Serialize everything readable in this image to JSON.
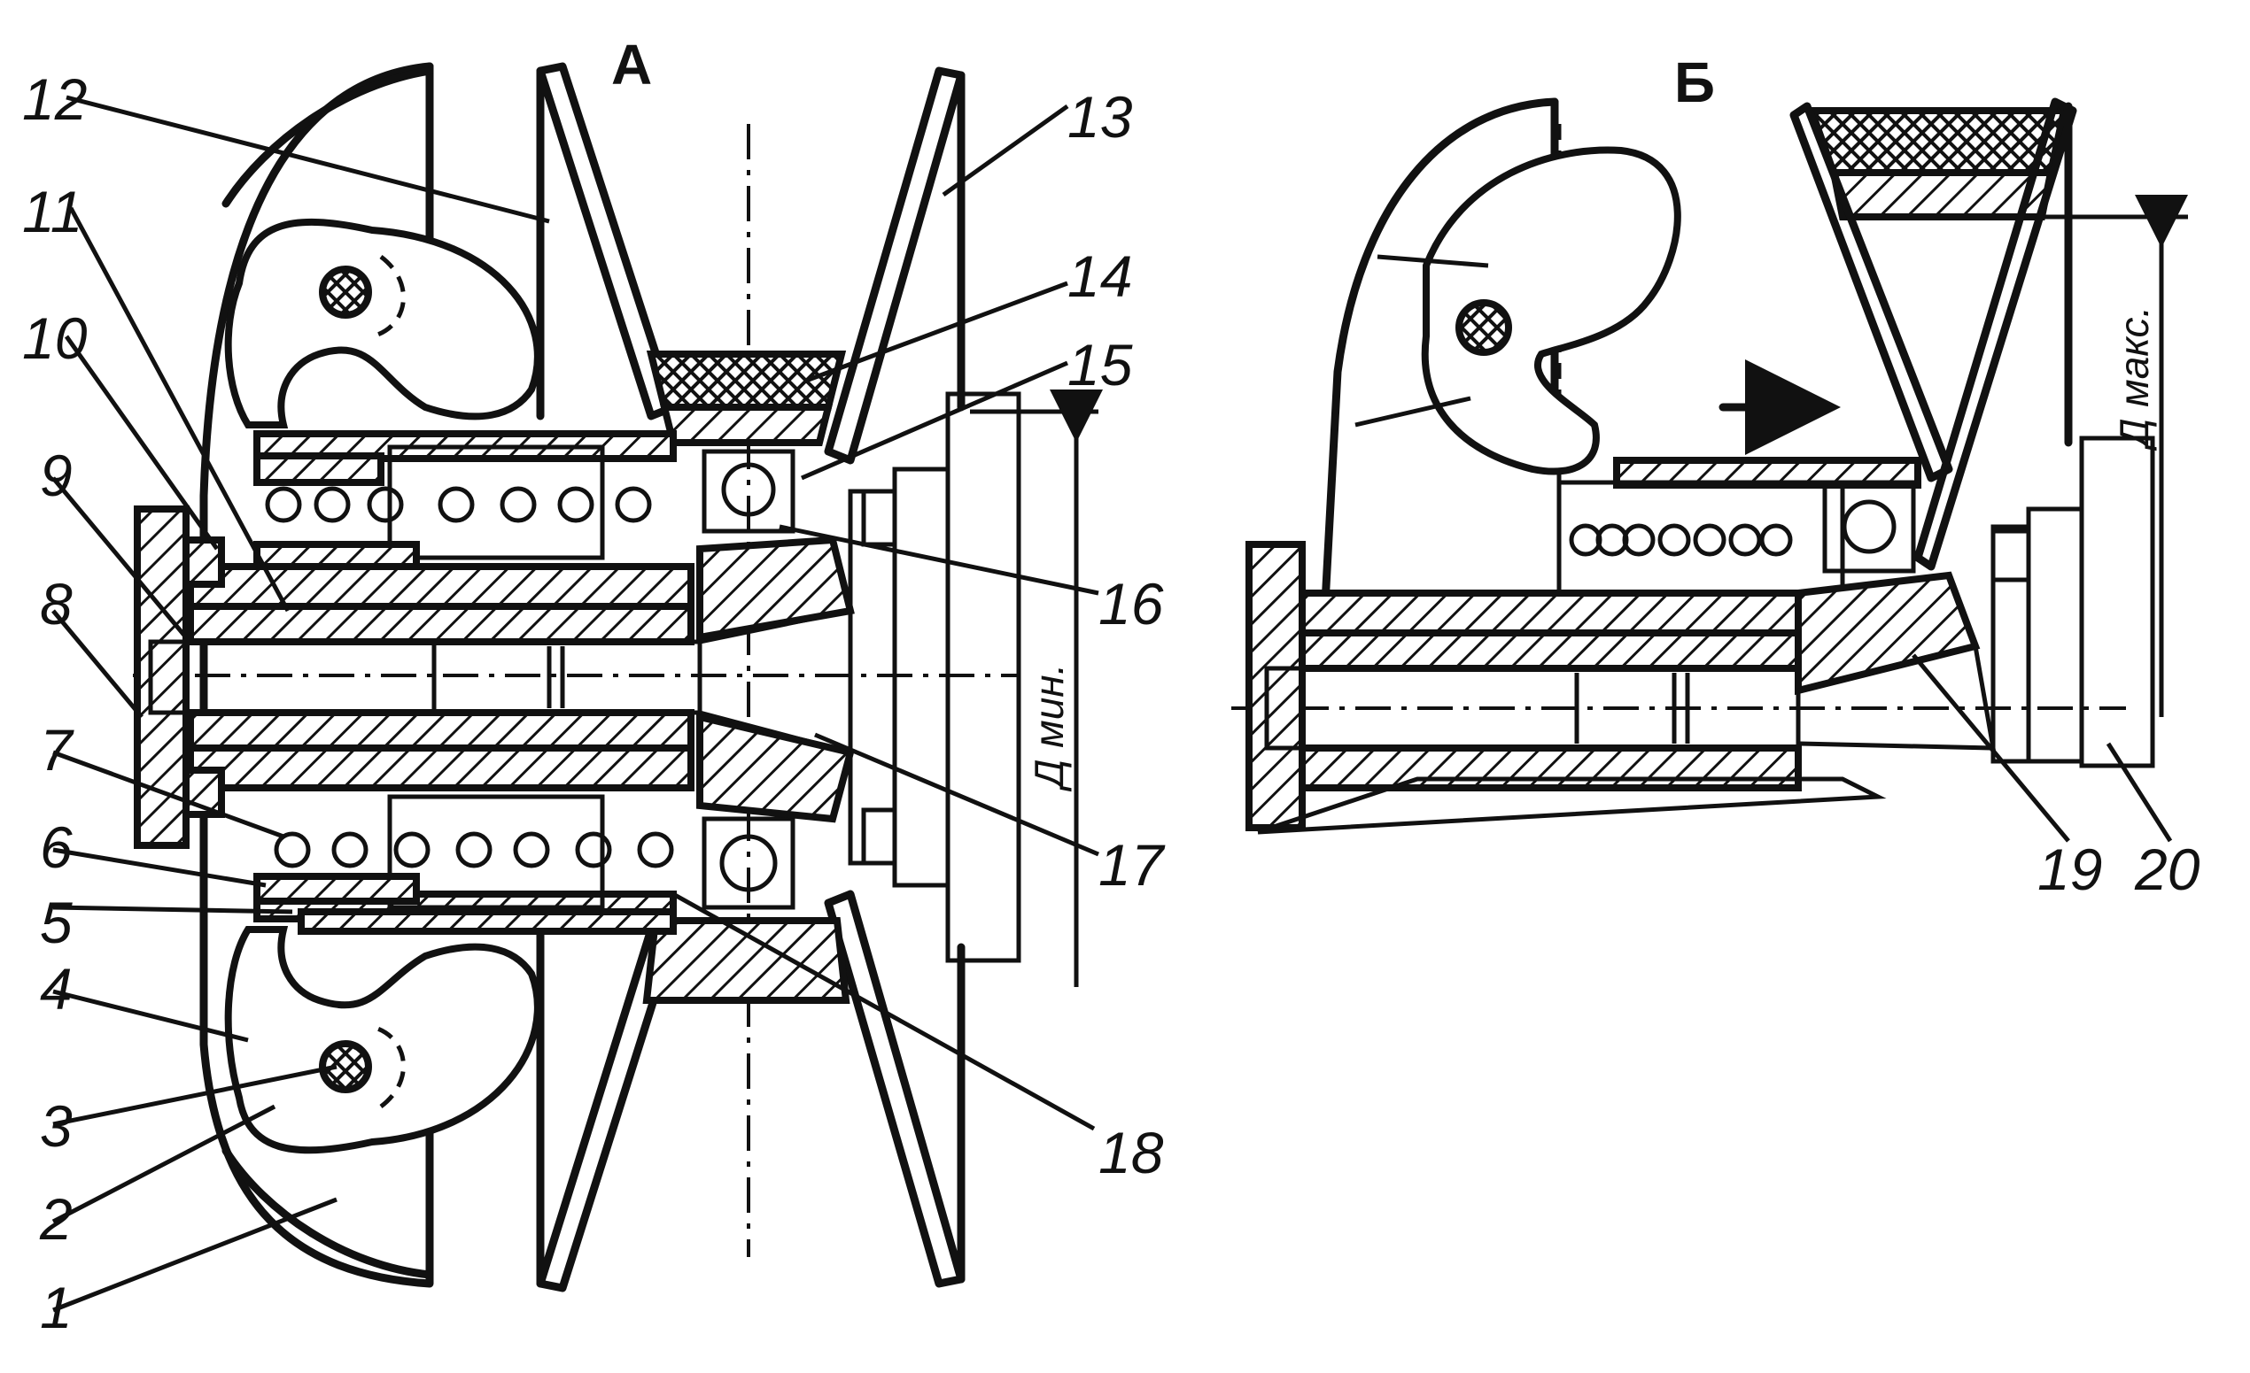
{
  "figure": {
    "view_a": "А",
    "view_b": "Б",
    "dim_min": "Д мин.",
    "dim_max": "Д макс.",
    "part_numbers": [
      "1",
      "2",
      "3",
      "4",
      "5",
      "6",
      "7",
      "8",
      "9",
      "10",
      "11",
      "12",
      "13",
      "14",
      "15",
      "16",
      "17",
      "18",
      "19",
      "20"
    ]
  }
}
